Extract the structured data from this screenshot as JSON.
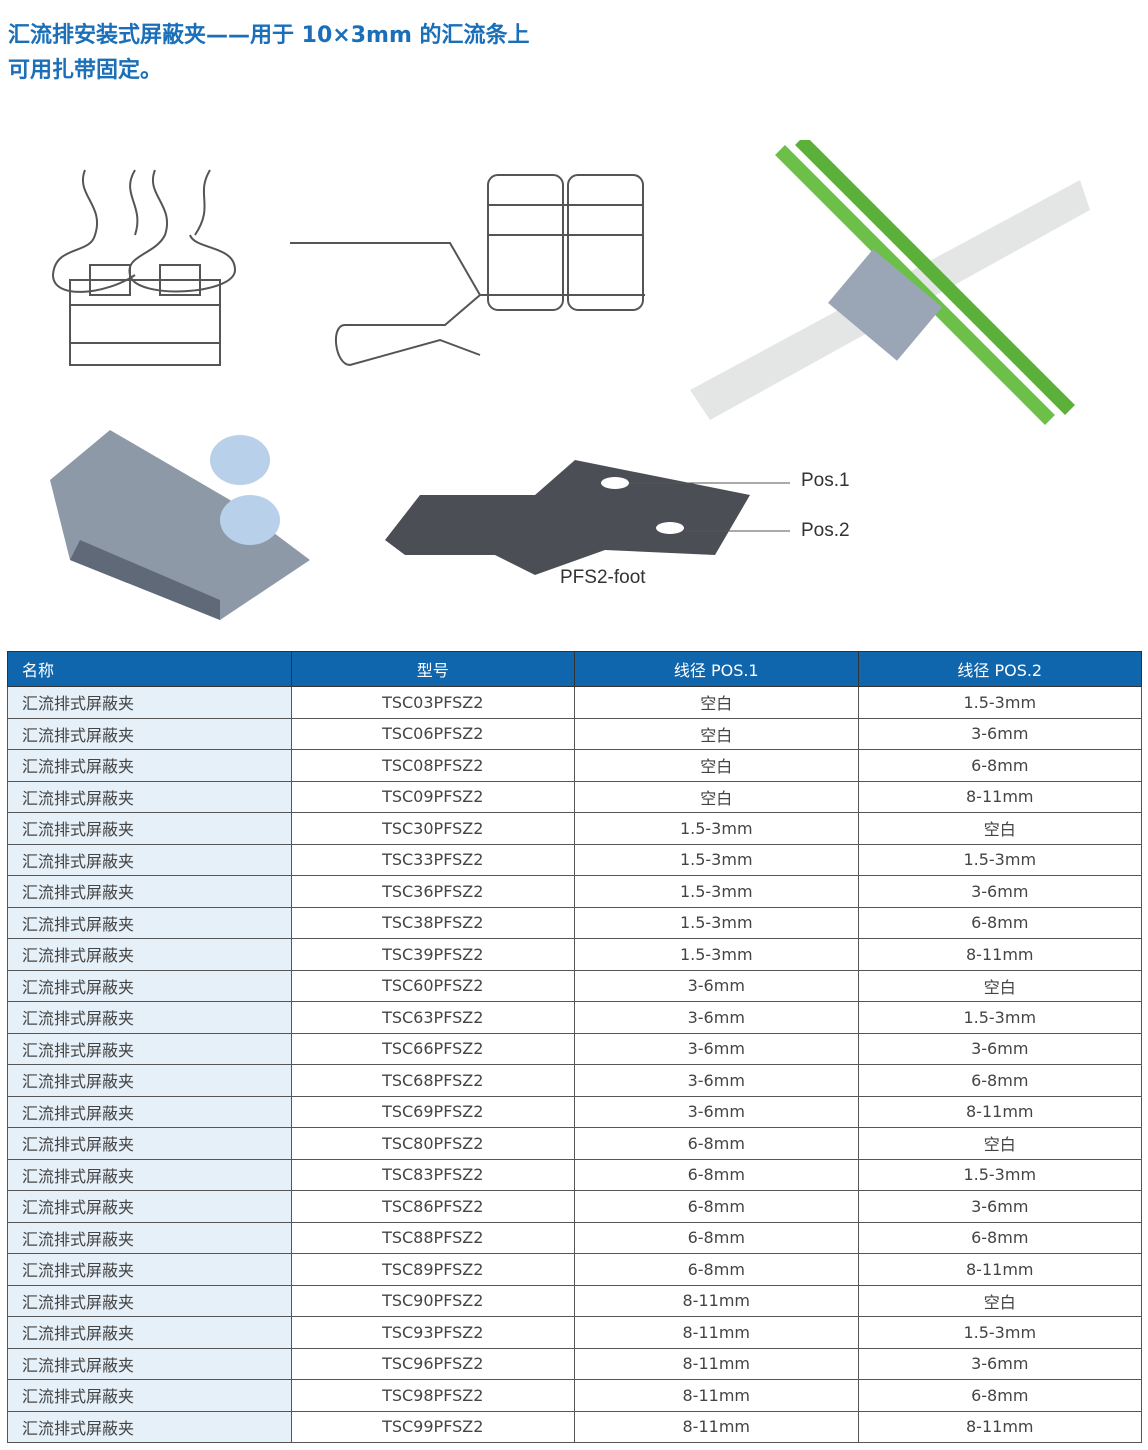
{
  "title": {
    "line1": "汇流排安装式屏蔽夹——用于 10×3mm 的汇流条上",
    "line2": "可用扎带固定。"
  },
  "figure_labels": {
    "pos1": "Pos.1",
    "pos2": "Pos.2",
    "foot": "PFS2-foot"
  },
  "table": {
    "headers": [
      "名称",
      "型号",
      "线径 POS.1",
      "线径 POS.2"
    ],
    "rows": [
      [
        "汇流排式屏蔽夹",
        "TSC03PFSZ2",
        "空白",
        "1.5-3mm"
      ],
      [
        "汇流排式屏蔽夹",
        "TSC06PFSZ2",
        "空白",
        "3-6mm"
      ],
      [
        "汇流排式屏蔽夹",
        "TSC08PFSZ2",
        "空白",
        "6-8mm"
      ],
      [
        "汇流排式屏蔽夹",
        "TSC09PFSZ2",
        "空白",
        "8-11mm"
      ],
      [
        "汇流排式屏蔽夹",
        "TSC30PFSZ2",
        "1.5-3mm",
        "空白"
      ],
      [
        "汇流排式屏蔽夹",
        "TSC33PFSZ2",
        "1.5-3mm",
        "1.5-3mm"
      ],
      [
        "汇流排式屏蔽夹",
        "TSC36PFSZ2",
        "1.5-3mm",
        "3-6mm"
      ],
      [
        "汇流排式屏蔽夹",
        "TSC38PFSZ2",
        "1.5-3mm",
        "6-8mm"
      ],
      [
        "汇流排式屏蔽夹",
        "TSC39PFSZ2",
        "1.5-3mm",
        "8-11mm"
      ],
      [
        "汇流排式屏蔽夹",
        "TSC60PFSZ2",
        "3-6mm",
        "空白"
      ],
      [
        "汇流排式屏蔽夹",
        "TSC63PFSZ2",
        "3-6mm",
        "1.5-3mm"
      ],
      [
        "汇流排式屏蔽夹",
        "TSC66PFSZ2",
        "3-6mm",
        "3-6mm"
      ],
      [
        "汇流排式屏蔽夹",
        "TSC68PFSZ2",
        "3-6mm",
        "6-8mm"
      ],
      [
        "汇流排式屏蔽夹",
        "TSC69PFSZ2",
        "3-6mm",
        "8-11mm"
      ],
      [
        "汇流排式屏蔽夹",
        "TSC80PFSZ2",
        "6-8mm",
        "空白"
      ],
      [
        "汇流排式屏蔽夹",
        "TSC83PFSZ2",
        "6-8mm",
        "1.5-3mm"
      ],
      [
        "汇流排式屏蔽夹",
        "TSC86PFSZ2",
        "6-8mm",
        "3-6mm"
      ],
      [
        "汇流排式屏蔽夹",
        "TSC88PFSZ2",
        "6-8mm",
        "6-8mm"
      ],
      [
        "汇流排式屏蔽夹",
        "TSC89PFSZ2",
        "6-8mm",
        "8-11mm"
      ],
      [
        "汇流排式屏蔽夹",
        "TSC90PFSZ2",
        "8-11mm",
        "空白"
      ],
      [
        "汇流排式屏蔽夹",
        "TSC93PFSZ2",
        "8-11mm",
        "1.5-3mm"
      ],
      [
        "汇流排式屏蔽夹",
        "TSC96PFSZ2",
        "8-11mm",
        "3-6mm"
      ],
      [
        "汇流排式屏蔽夹",
        "TSC98PFSZ2",
        "8-11mm",
        "6-8mm"
      ],
      [
        "汇流排式屏蔽夹",
        "TSC99PFSZ2",
        "8-11mm",
        "8-11mm"
      ]
    ]
  }
}
